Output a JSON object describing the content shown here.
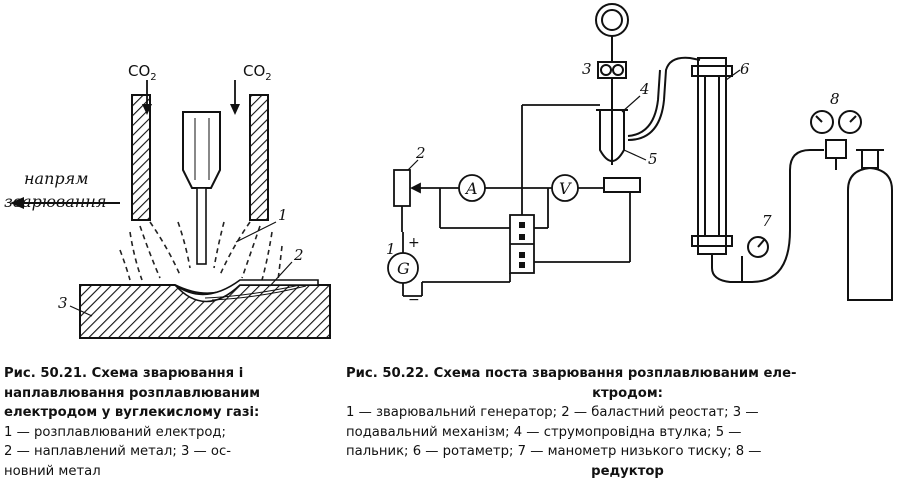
{
  "fig1": {
    "gas_label": "CO",
    "gas_sub": "2",
    "direction_line1": "напрям",
    "direction_line2": "зварювання",
    "callouts": [
      "1",
      "2",
      "3"
    ]
  },
  "fig2": {
    "callouts": [
      "1",
      "2",
      "3",
      "4",
      "5",
      "6",
      "7",
      "8"
    ],
    "ammeter": "A",
    "voltmeter": "V",
    "generator": "G",
    "plus": "+",
    "minus": "−"
  },
  "caption1": {
    "head_l1": "Рис. 50.21. Схема зварювання і",
    "head_l2": "наплавлювання розплавлюваним",
    "head_l3": "електродом у вуглекислому газі:",
    "l4": "1 — розплавлюваний електрод;",
    "l5": "2 — наплавлений метал; 3 — ос-",
    "l6": "новний метал"
  },
  "caption2": {
    "head_l1": "Рис. 50.22. Схема поста зварювання розплавлюваним еле-",
    "head_l2": "ктродом:",
    "l3": "1 — зварювальний генератор; 2 — баластний реостат; 3 —",
    "l4": "подавальний механізм; 4 — струмопровідна втулка; 5 —",
    "l5": "пальник; 6 — ротаметр; 7 — манометр низького тиску; 8 —",
    "l6": "редуктор"
  }
}
